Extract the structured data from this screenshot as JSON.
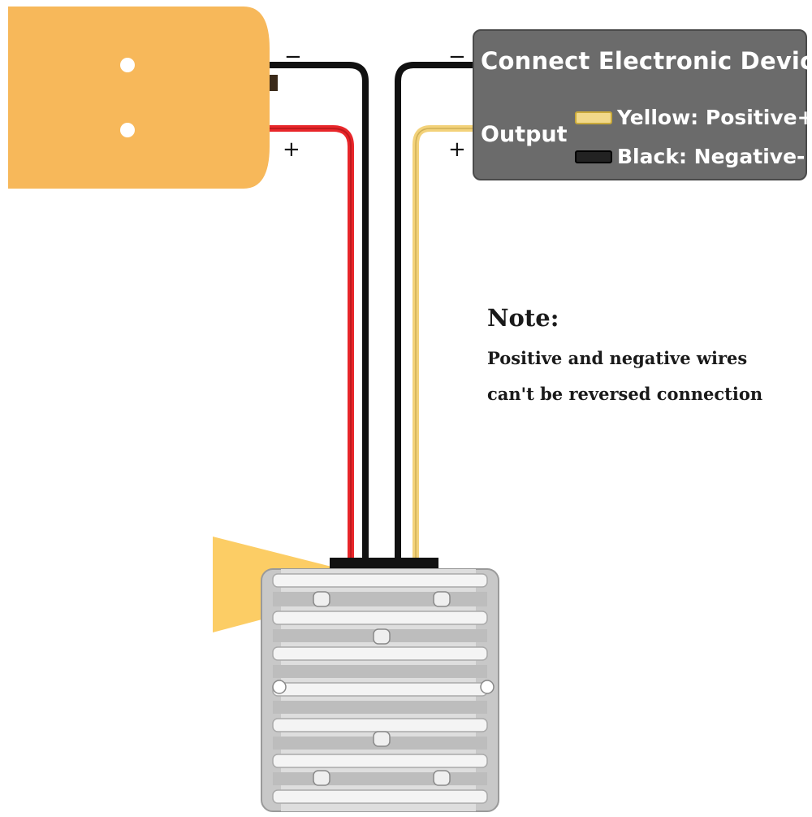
{
  "device_box": {
    "title": "Connect Electronic Device",
    "output_label": "Output",
    "legend": [
      {
        "label": "Yellow: Positive+",
        "color": "#f2d98a"
      },
      {
        "label": "Black: Negative-",
        "color": "#222222"
      }
    ]
  },
  "wire_markers": {
    "battery_negative": "−",
    "battery_positive": "+",
    "device_negative": "−",
    "device_positive": "+"
  },
  "note": {
    "title": "Note:",
    "lines": [
      "Positive and negative wires",
      "can't be reversed connection"
    ]
  },
  "colors": {
    "battery": "#f7b85a",
    "wire_red": "#e8262a",
    "wire_black": "#111111",
    "wire_yellow": "#f3d27a",
    "converter": "#d9d9d9"
  },
  "icons": [
    "battery-adapter-icon",
    "dc-converter-icon"
  ]
}
